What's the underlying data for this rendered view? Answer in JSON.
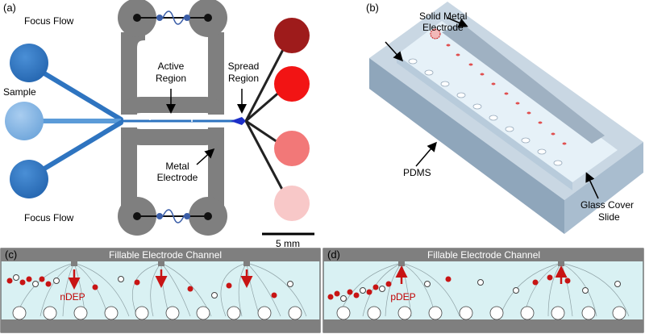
{
  "panel_a": {
    "label": "(a)",
    "focus_flow_top": "Focus Flow",
    "sample": "Sample",
    "focus_flow_bottom": "Focus Flow",
    "active_region_line1": "Active",
    "active_region_line2": "Region",
    "spread_region_line1": "Spread",
    "spread_region_line2": "Region",
    "metal_electrode_line1": "Metal",
    "metal_electrode_line2": "Electrode",
    "scale_bar": "5 mm",
    "outlet_colors": [
      "#9e1b1b",
      "#f21414",
      "#f27878",
      "#f8c8c8"
    ]
  },
  "panel_b": {
    "label": "(b)",
    "solid_metal_line1": "Solid Metal",
    "solid_metal_line2": "Electrode",
    "pdms": "PDMS",
    "glass_line1": "Glass Cover",
    "glass_line2": "Slide"
  },
  "panel_c": {
    "label": "(c)",
    "channel_title": "Fillable Electrode Channel",
    "force": "nDEP"
  },
  "panel_d": {
    "label": "(d)",
    "channel_title": "Fillable Electrode Channel",
    "force": "pDEP"
  },
  "colors": {
    "electrode_gray": "#7f7f7f",
    "flow_blue": "#2e74c0",
    "sample_blue": "#7fb3e3",
    "fluid": "#d9f1f3",
    "cell_red": "#c81414"
  }
}
